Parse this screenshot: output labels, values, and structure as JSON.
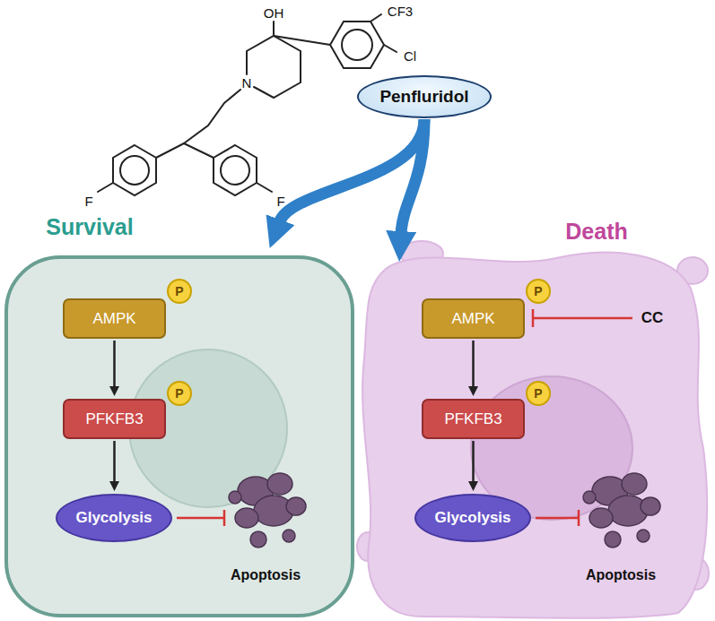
{
  "diagram": {
    "nodes": [
      {
        "text": [
          "Penfluridol"
        ]
      },
      {
        "text": [
          "Survival"
        ]
      },
      {
        "text": [
          "AMPK"
        ],
        "in": 1
      },
      {
        "text": [
          "P"
        ],
        "in": 1
      },
      {
        "text": [
          "PFKFB3"
        ],
        "in": 1
      },
      {
        "text": [
          "P"
        ],
        "in": 1
      },
      {
        "text": [
          "Glycolysis"
        ],
        "in": 1
      },
      {
        "text": [
          "Death"
        ]
      },
      {
        "text": [
          "AMPK"
        ],
        "in": 7
      },
      {
        "text": [
          "P"
        ],
        "in": 7
      },
      {
        "text": [
          "PFKFB3"
        ],
        "in": 7
      },
      {
        "text": [
          "P"
        ],
        "in": 7
      },
      {
        "text": [
          "Glycolysis"
        ],
        "in": 7
      }
    ],
    "edges": [
      {
        "from": 0,
        "to": 1,
        "arrow": "to"
      },
      {
        "from": 0,
        "to": 7,
        "arrow": "to"
      },
      {
        "from": 2,
        "to": 4,
        "arrow": "to"
      },
      {
        "from": 4,
        "to": 6,
        "arrow": "to"
      },
      {
        "from": 8,
        "to": 10,
        "arrow": "to"
      },
      {
        "from": 10,
        "to": 12,
        "arrow": "to"
      }
    ],
    "labels": [
      "OH",
      "CF3",
      "Cl",
      "F",
      "F",
      "N",
      "Apoptosis",
      "Apoptosis",
      "CC"
    ]
  }
}
